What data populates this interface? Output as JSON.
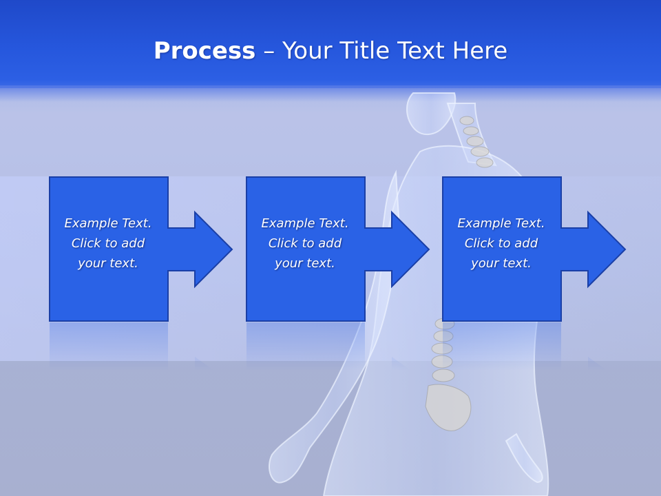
{
  "slide": {
    "title_bold": "Process",
    "title_rest": " – Your Title Text Here",
    "steps": [
      {
        "text": "Example Text.\nClick  to add\nyour text."
      },
      {
        "text": "Example Text.\nClick  to add\nyour text."
      },
      {
        "text": "Example Text.\nClick  to add\nyour text."
      }
    ]
  },
  "colors": {
    "header": "#2657dd",
    "box_fill": "#2a62e6",
    "box_border": "#1a3fa6"
  },
  "icons": [
    "skeleton-figure-image",
    "arrow-right-icon"
  ]
}
